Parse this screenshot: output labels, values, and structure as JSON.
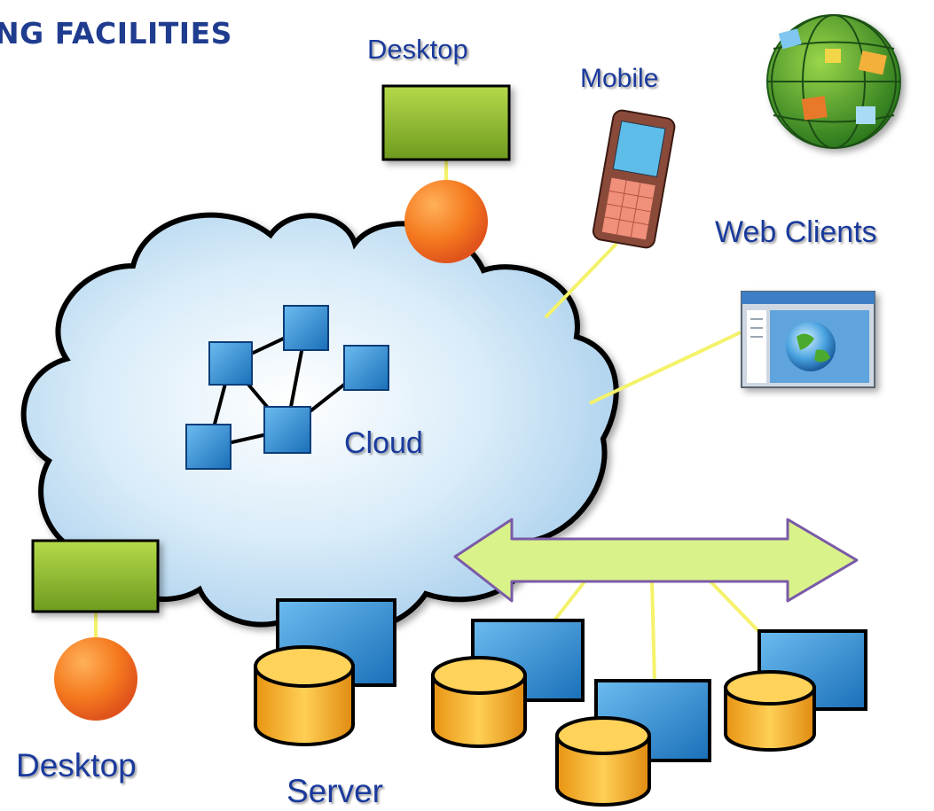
{
  "heading": "NG FACILITIES",
  "labels": {
    "desktop_top": "Desktop",
    "mobile": "Mobile",
    "web_clients": "Web Clients",
    "cloud": "Cloud",
    "desktop_bottom": "Desktop",
    "server": "Server"
  },
  "colors": {
    "label_text": "#1a3a9c",
    "heading_text": "#1f3c8f",
    "cloud_fill": "#cfe6f6",
    "connector": "#f4f26a",
    "terminal_green": "#8dbb2b",
    "node_orange": "#f57a1f",
    "monitor_blue": "#2f8ed6",
    "database_gold": "#f2a81b",
    "arrow_fill": "#d9f28a",
    "arrow_outline": "#7a5aa8"
  },
  "icons": [
    "terminal-icon",
    "circle-node-icon",
    "mobile-phone-icon",
    "globe-icon",
    "browser-window-icon",
    "monitor-icon",
    "database-icon",
    "double-arrow-icon"
  ]
}
